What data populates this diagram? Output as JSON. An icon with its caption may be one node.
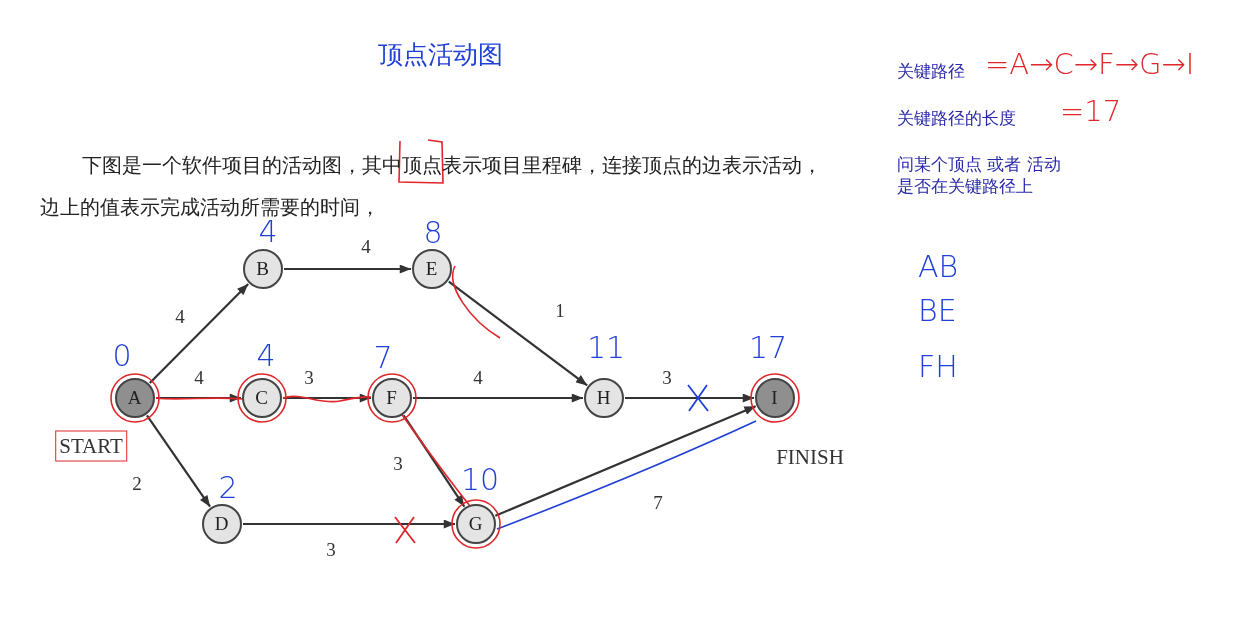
{
  "diagram": {
    "title": "顶点活动图",
    "nodes": [
      {
        "text": [
          "A"
        ],
        "beside": [
          "0",
          "START"
        ]
      },
      {
        "text": [
          "B"
        ],
        "beside": [
          "4"
        ]
      },
      {
        "text": [
          "C"
        ],
        "beside": [
          "4"
        ]
      },
      {
        "text": [
          "D"
        ],
        "beside": [
          "2"
        ]
      },
      {
        "text": [
          "E"
        ],
        "beside": [
          "8"
        ]
      },
      {
        "text": [
          "F"
        ],
        "beside": [
          "7"
        ]
      },
      {
        "text": [
          "G"
        ],
        "beside": [
          "10"
        ]
      },
      {
        "text": [
          "H"
        ],
        "beside": [
          "11"
        ]
      },
      {
        "text": [
          "I"
        ],
        "beside": [
          "17",
          "FINISH"
        ]
      }
    ],
    "edges": [
      {
        "from": 0,
        "to": 1,
        "arrow": "to",
        "label": "4"
      },
      {
        "from": 0,
        "to": 2,
        "arrow": "to",
        "label": "4"
      },
      {
        "from": 0,
        "to": 3,
        "arrow": "to",
        "label": "2"
      },
      {
        "from": 1,
        "to": 4,
        "arrow": "to",
        "label": "4"
      },
      {
        "from": 2,
        "to": 5,
        "arrow": "to",
        "label": "3"
      },
      {
        "from": 4,
        "to": 7,
        "arrow": "to",
        "label": "1"
      },
      {
        "from": 5,
        "to": 7,
        "arrow": "to",
        "label": "4"
      },
      {
        "from": 5,
        "to": 6,
        "arrow": "to",
        "label": "3"
      },
      {
        "from": 3,
        "to": 6,
        "arrow": "to",
        "label": "3"
      },
      {
        "from": 7,
        "to": 8,
        "arrow": "to",
        "label": "3"
      },
      {
        "from": 6,
        "to": 8,
        "arrow": "to",
        "label": "7"
      }
    ],
    "labels": [
      "下图是一个软件项目的活动图，其中顶点表示项目里程碑，连接顶点的边表示活动，边上的值表示完成活动所需要的时间，",
      "关键路径",
      "=A→C→F→G→I",
      "关键路径的长度",
      "=17",
      "问某个顶点 或者 活动是否在关键路径上",
      "AB",
      "BE",
      "FH"
    ]
  }
}
